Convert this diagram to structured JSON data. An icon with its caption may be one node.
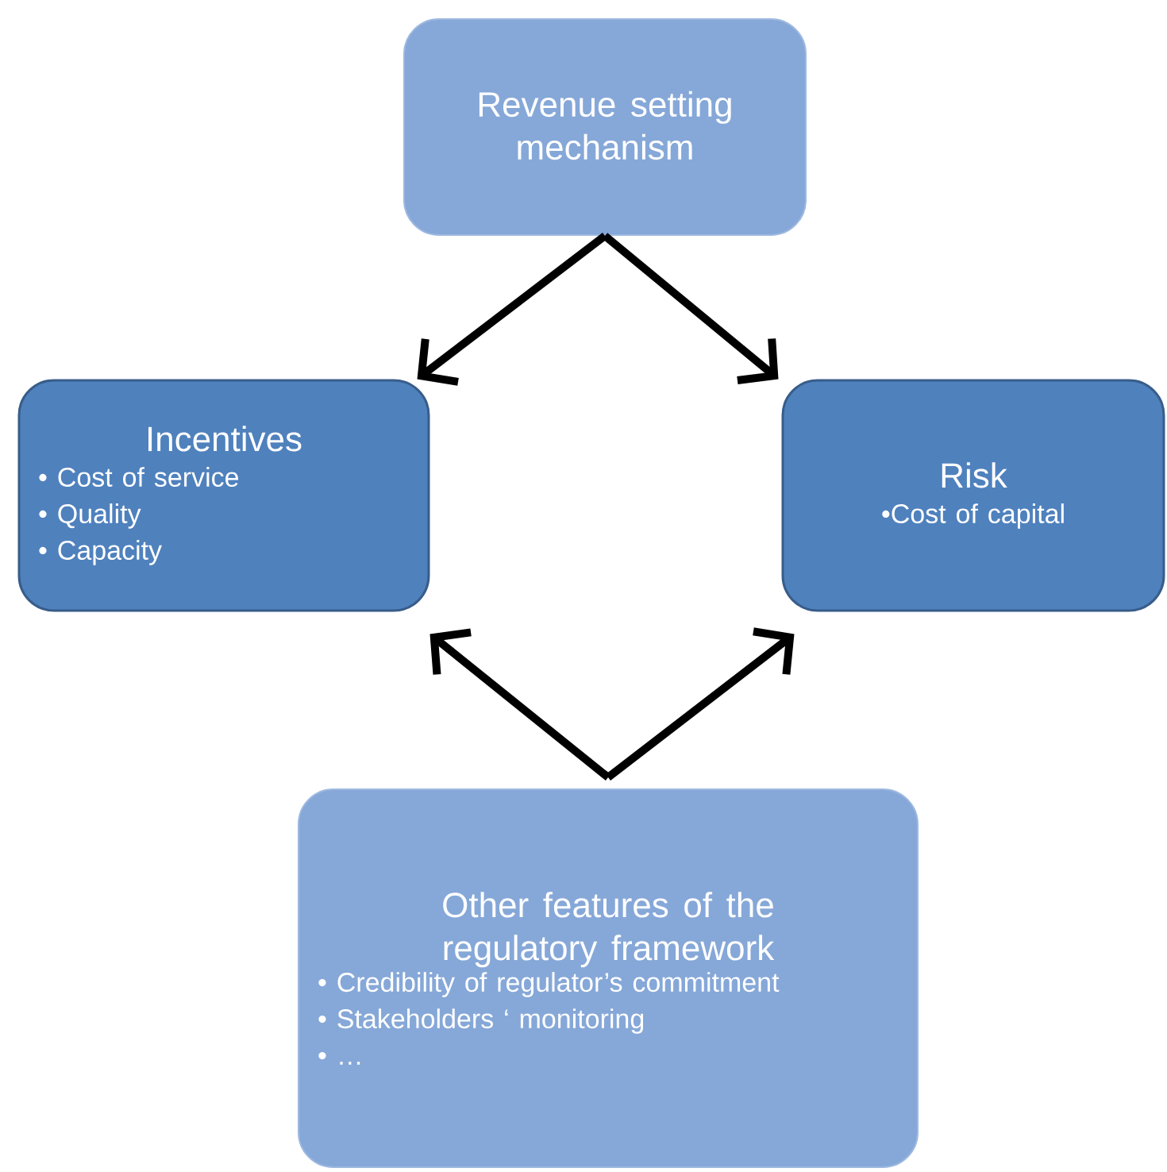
{
  "diagram": {
    "nodes": [
      {
        "text": [
          "Revenue setting mechanism"
        ]
      },
      {
        "text": [
          "Incentives",
          "• Cost of service",
          "• Quality",
          "• Capacity"
        ]
      },
      {
        "text": [
          "Risk",
          "•Cost of capital"
        ]
      },
      {
        "text": [
          "Other features of the regulatory framework",
          "• Credibility of regulator’s commitment",
          "• Stakeholders ‘ monitoring",
          "• …"
        ]
      }
    ],
    "edges": [
      {
        "from": 0,
        "to": 1,
        "arrow": "to"
      },
      {
        "from": 0,
        "to": 2,
        "arrow": "to"
      },
      {
        "from": 3,
        "to": 1,
        "arrow": "to"
      },
      {
        "from": 3,
        "to": 2,
        "arrow": "to"
      }
    ]
  }
}
